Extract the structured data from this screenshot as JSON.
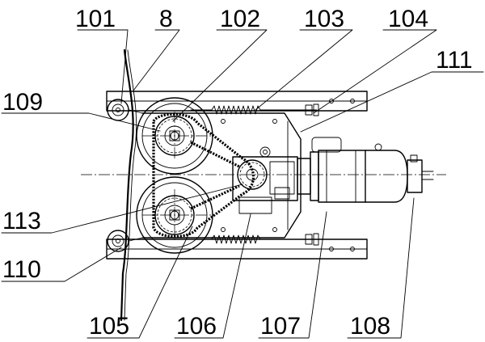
{
  "labels": {
    "l101": "101",
    "l8": "8",
    "l102": "102",
    "l103": "103",
    "l104": "104",
    "l111": "111",
    "l109": "109",
    "l113": "113",
    "l110": "110",
    "l105": "105",
    "l106": "106",
    "l107": "107",
    "l108": "108"
  }
}
